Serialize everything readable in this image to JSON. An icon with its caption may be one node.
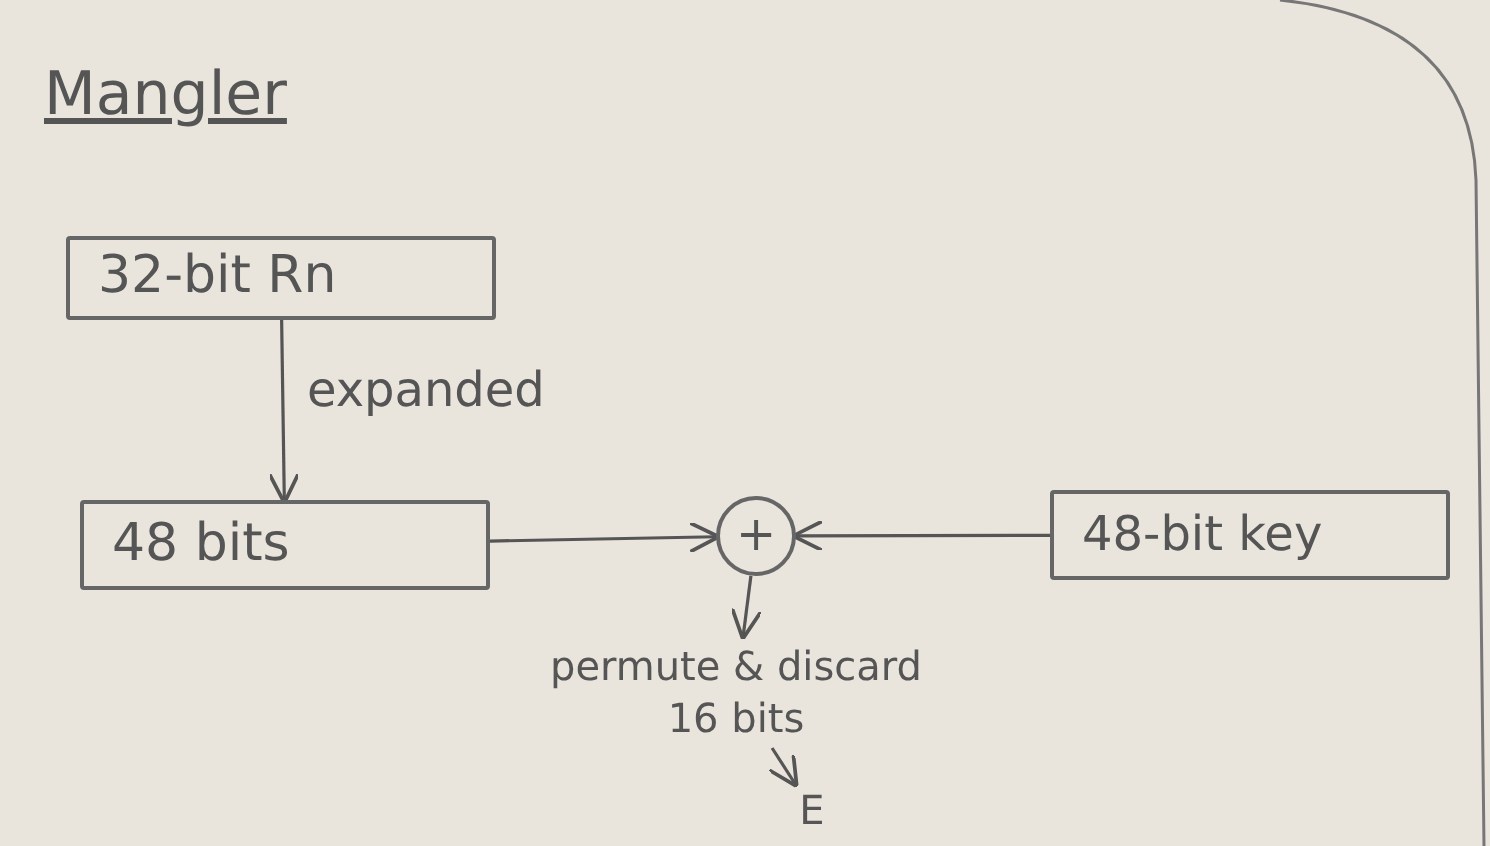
{
  "diagram": {
    "title": "Mangler",
    "nodes": [
      {
        "text": [
          "32-bit Rn"
        ]
      },
      {
        "text": [
          "48 bits"
        ]
      },
      {
        "text": [
          "+"
        ]
      },
      {
        "text": [
          "48-bit key"
        ]
      },
      {
        "text": [
          "permute & discard 16 bits"
        ]
      },
      {
        "text": [
          "E"
        ]
      }
    ],
    "edges": [
      {
        "from": 0,
        "to": 1,
        "arrow": "to",
        "label": "expanded"
      },
      {
        "from": 1,
        "to": 2,
        "arrow": "to"
      },
      {
        "from": 3,
        "to": 2,
        "arrow": "to"
      },
      {
        "from": 2,
        "to": 4,
        "arrow": "to"
      },
      {
        "from": 4,
        "to": 5,
        "arrow": "to"
      }
    ]
  }
}
